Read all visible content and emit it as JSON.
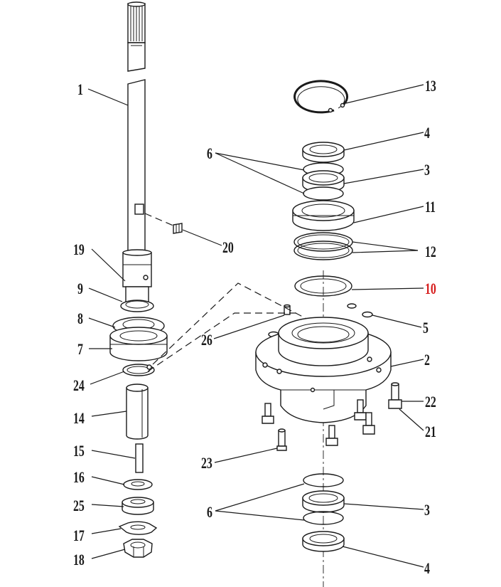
{
  "diagram": {
    "callouts": [
      {
        "id": "c-1",
        "text": "1"
      },
      {
        "id": "c-2",
        "text": "2"
      },
      {
        "id": "c-3a",
        "text": "3"
      },
      {
        "id": "c-3b",
        "text": "3"
      },
      {
        "id": "c-4a",
        "text": "4"
      },
      {
        "id": "c-4b",
        "text": "4"
      },
      {
        "id": "c-5",
        "text": "5"
      },
      {
        "id": "c-6a",
        "text": "6"
      },
      {
        "id": "c-6b",
        "text": "6"
      },
      {
        "id": "c-7",
        "text": "7"
      },
      {
        "id": "c-8",
        "text": "8"
      },
      {
        "id": "c-9",
        "text": "9"
      },
      {
        "id": "c-10",
        "text": "10"
      },
      {
        "id": "c-11",
        "text": "11"
      },
      {
        "id": "c-12",
        "text": "12"
      },
      {
        "id": "c-13",
        "text": "13"
      },
      {
        "id": "c-14",
        "text": "14"
      },
      {
        "id": "c-15",
        "text": "15"
      },
      {
        "id": "c-16",
        "text": "16"
      },
      {
        "id": "c-17",
        "text": "17"
      },
      {
        "id": "c-18",
        "text": "18"
      },
      {
        "id": "c-19",
        "text": "19"
      },
      {
        "id": "c-20",
        "text": "20"
      },
      {
        "id": "c-21",
        "text": "21"
      },
      {
        "id": "c-22",
        "text": "22"
      },
      {
        "id": "c-23",
        "text": "23"
      },
      {
        "id": "c-24",
        "text": "24"
      },
      {
        "id": "c-25",
        "text": "25"
      },
      {
        "id": "c-26",
        "text": "26"
      }
    ],
    "highlight_color": "#d61b1b",
    "line_color": "#1a1a1a"
  }
}
